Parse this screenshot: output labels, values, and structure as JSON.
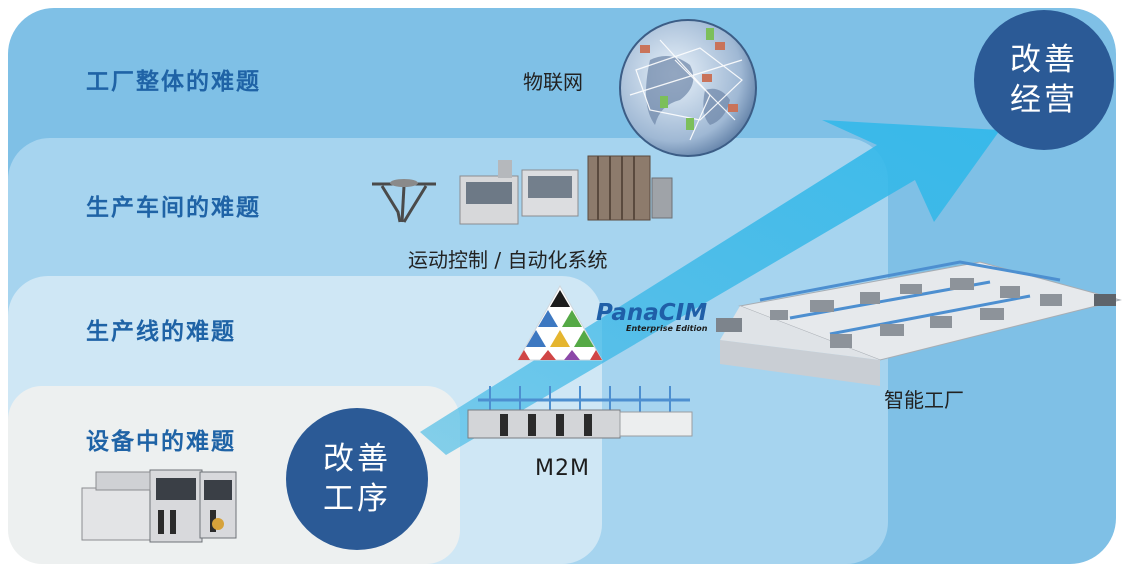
{
  "levels": {
    "factory": "工厂整体的难题",
    "workshop": "生产车间的难题",
    "line": "生产线的难题",
    "equipment": "设备中的难题"
  },
  "captions": {
    "iot": "物联网",
    "motion": "运动控制 / 自动化系统",
    "m2m": "M2M",
    "smart_factory": "智能工厂"
  },
  "circles": {
    "management": [
      "改善",
      "经营"
    ],
    "process": [
      "改善",
      "工序"
    ]
  },
  "panacim": {
    "name": "PanaCIM",
    "edition": "Enterprise Edition"
  },
  "colors": {
    "outer": "#7fc0e6",
    "workshop": "#a6d4ef",
    "line": "#cfe7f5",
    "equipment": "#edf0f0",
    "label": "#1f63a6",
    "circle": "#2b5a96",
    "arrow": "#3ab8e6"
  }
}
